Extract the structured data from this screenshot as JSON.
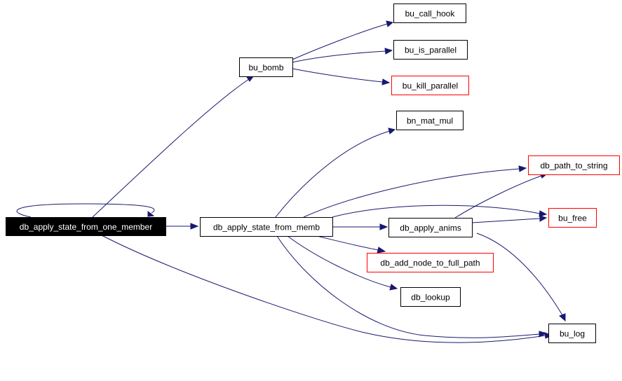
{
  "graph": {
    "colors": {
      "edge": "#191970",
      "normal_border": "#000000",
      "truncated_border": "#ff0000",
      "root_fill": "#000000",
      "root_text": "#ffffff",
      "node_fill": "#ffffff",
      "node_text": "#000000"
    },
    "nodes": [
      {
        "id": "root",
        "label": "db_apply_state_from_one_member",
        "style": "root"
      },
      {
        "id": "bu_bomb",
        "label": "bu_bomb",
        "style": "normal"
      },
      {
        "id": "bu_call_hook",
        "label": "bu_call_hook",
        "style": "normal"
      },
      {
        "id": "bu_is_parallel",
        "label": "bu_is_parallel",
        "style": "normal"
      },
      {
        "id": "bu_kill_parallel",
        "label": "bu_kill_parallel",
        "style": "truncated"
      },
      {
        "id": "bn_mat_mul",
        "label": "bn_mat_mul",
        "style": "normal"
      },
      {
        "id": "db_path_to_string",
        "label": "db_path_to_string",
        "style": "truncated"
      },
      {
        "id": "db_apply_state_from_memb",
        "label": "db_apply_state_from_memb",
        "style": "normal"
      },
      {
        "id": "db_apply_anims",
        "label": "db_apply_anims",
        "style": "normal"
      },
      {
        "id": "bu_free",
        "label": "bu_free",
        "style": "truncated"
      },
      {
        "id": "db_add_node_to_full_path",
        "label": "db_add_node_to_full_path",
        "style": "truncated"
      },
      {
        "id": "db_lookup",
        "label": "db_lookup",
        "style": "normal"
      },
      {
        "id": "bu_log",
        "label": "bu_log",
        "style": "normal"
      }
    ],
    "edges": [
      {
        "from": "root",
        "to": "root"
      },
      {
        "from": "root",
        "to": "bu_bomb"
      },
      {
        "from": "root",
        "to": "db_apply_state_from_memb"
      },
      {
        "from": "root",
        "to": "bu_log"
      },
      {
        "from": "bu_bomb",
        "to": "bu_call_hook"
      },
      {
        "from": "bu_bomb",
        "to": "bu_is_parallel"
      },
      {
        "from": "bu_bomb",
        "to": "bu_kill_parallel"
      },
      {
        "from": "db_apply_state_from_memb",
        "to": "bn_mat_mul"
      },
      {
        "from": "db_apply_state_from_memb",
        "to": "db_path_to_string"
      },
      {
        "from": "db_apply_state_from_memb",
        "to": "bu_free"
      },
      {
        "from": "db_apply_state_from_memb",
        "to": "db_apply_anims"
      },
      {
        "from": "db_apply_state_from_memb",
        "to": "db_add_node_to_full_path"
      },
      {
        "from": "db_apply_state_from_memb",
        "to": "db_lookup"
      },
      {
        "from": "db_apply_state_from_memb",
        "to": "bu_log"
      },
      {
        "from": "db_apply_anims",
        "to": "db_path_to_string"
      },
      {
        "from": "db_apply_anims",
        "to": "bu_free"
      },
      {
        "from": "db_apply_anims",
        "to": "bu_log"
      }
    ]
  }
}
